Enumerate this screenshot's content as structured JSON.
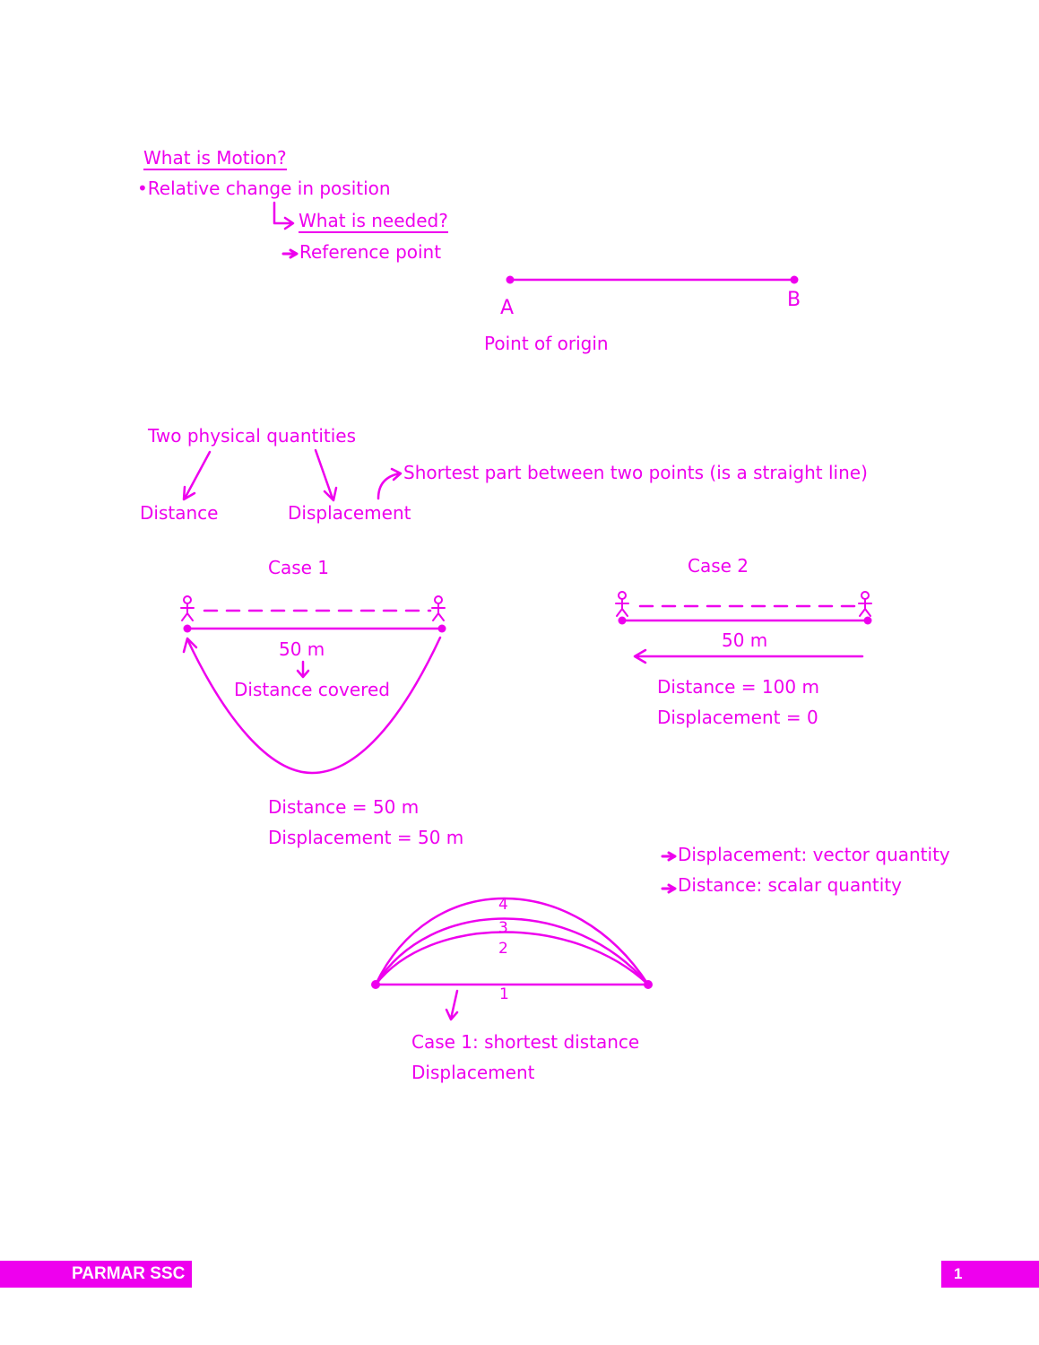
{
  "colors": {
    "ink": "#ee00ee",
    "footer": "#ee00ee"
  },
  "motion": {
    "heading": "What is Motion?",
    "bullet": "•Relative change in position",
    "needed": "What is needed?",
    "reference": "Reference point"
  },
  "line_ab": {
    "a": "A",
    "b": "B",
    "origin": "Point of origin"
  },
  "quantities": {
    "heading": "Two physical quantities",
    "distance": "Distance",
    "displacement": "Displacement",
    "shortest_note": "Shortest part between two points (is a straight line)"
  },
  "case1": {
    "title": "Case 1",
    "length": "50 m",
    "distance_covered": "Distance covered",
    "distance": "Distance = 50 m",
    "displacement": "Displacement = 50 m"
  },
  "case2": {
    "title": "Case 2",
    "length": "50 m",
    "distance": "Distance = 100 m",
    "displacement": "Displacement = 0"
  },
  "quantity_types": {
    "displacement": "Displacement: vector quantity",
    "distance": "Distance: scalar quantity"
  },
  "arcs": {
    "labels": [
      "4",
      "3",
      "2",
      "1"
    ],
    "caption": "Case 1: shortest distance",
    "caption2": "Displacement"
  },
  "footer": {
    "brand": "PARMAR SSC",
    "page": "1"
  }
}
